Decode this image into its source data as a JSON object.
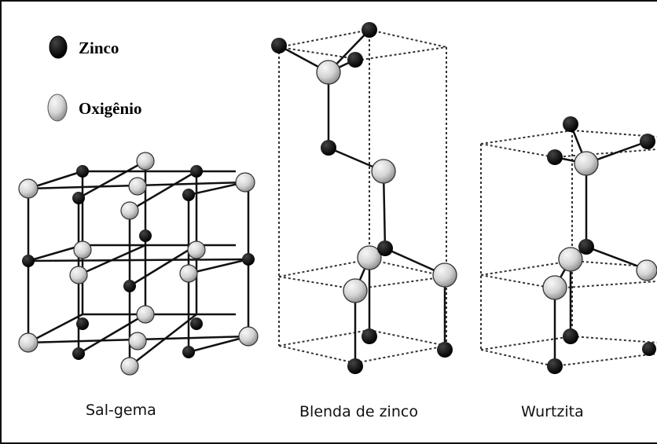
{
  "legend": {
    "zinc_label": "Zinco",
    "oxygen_label": "Oxigênio"
  },
  "structures": {
    "rock_salt": "Sal-gema",
    "zinc_blende": "Blenda de zinco",
    "wurtzite": "Wurtzita"
  },
  "colors": {
    "zinc_atom": "#000000",
    "oxygen_atom_light": "#f2f2f2",
    "oxygen_atom_dark": "#8a8a8a",
    "bond": "#111111"
  }
}
